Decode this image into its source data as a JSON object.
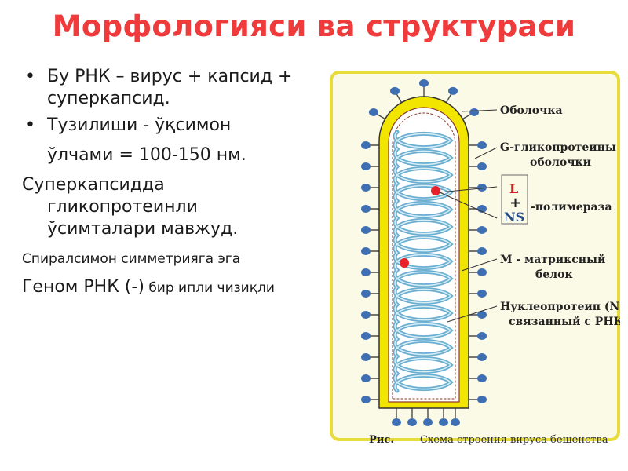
{
  "title": "Морфологияси ва структураси",
  "bullets": [
    {
      "line1": "Бу РНК – вирус + капсид +",
      "line2": "суперкапсид."
    },
    {
      "line1": "Тузилиши - ўқсимон",
      "line2": "ўлчами = 100-150 нм."
    }
  ],
  "para1": {
    "line1": "Суперкапсидда",
    "line2": "гликопротеинли",
    "line3": "ўсимталари мавжуд."
  },
  "para2": "Спиралсимон симметрияга эга",
  "para3": {
    "big": "Геном РНК (-)",
    "small": " бир ипли чизиқли"
  },
  "figure": {
    "labels": {
      "envelope": "Оболочка",
      "gp1": "G-гликопротеины",
      "gp2": "оболочки",
      "L": "L",
      "plus": "+",
      "NS": "NS",
      "polymerase": "-полимераза",
      "m1": "М - матриксный",
      "m2": "белок",
      "n1": "Нуклеопротеип (N),",
      "n2": "связанный с РНК"
    },
    "caption_prefix": "Рис.",
    "caption": "Схема строения вируса бешенства",
    "colors": {
      "frame_border": "#e8dc3a",
      "frame_bg": "#fbfae6",
      "envelope": "#f2e600",
      "spiral": "#6aaed0",
      "spike": "#3f6fb3",
      "dot": "#e8202c",
      "label_red": "#d21f1f"
    }
  }
}
